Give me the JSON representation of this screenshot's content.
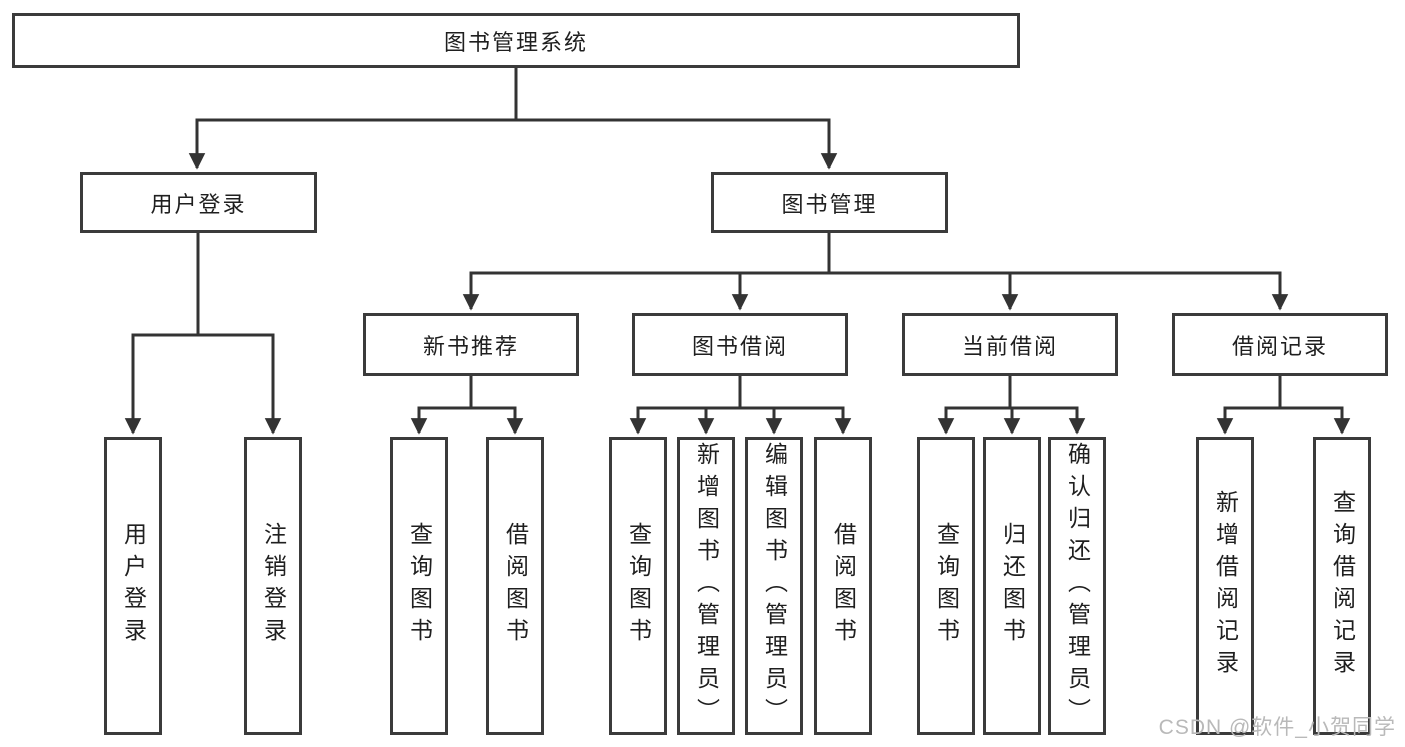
{
  "diagram": {
    "root": "图书管理系统",
    "branches": [
      {
        "label": "用户登录",
        "children": [
          {
            "label": "用户登录"
          },
          {
            "label": "注销登录"
          }
        ]
      },
      {
        "label": "图书管理",
        "children": [
          {
            "label": "新书推荐",
            "children": [
              {
                "label": "查询图书"
              },
              {
                "label": "借阅图书"
              }
            ]
          },
          {
            "label": "图书借阅",
            "children": [
              {
                "label": "查询图书"
              },
              {
                "label": "新增图书（管理员）"
              },
              {
                "label": "编辑图书（管理员）"
              },
              {
                "label": "借阅图书"
              }
            ]
          },
          {
            "label": "当前借阅",
            "children": [
              {
                "label": "查询图书"
              },
              {
                "label": "归还图书"
              },
              {
                "label": "确认归还（管理员）"
              }
            ]
          },
          {
            "label": "借阅记录",
            "children": [
              {
                "label": "新增借阅记录"
              },
              {
                "label": "查询借阅记录"
              }
            ]
          }
        ]
      }
    ]
  },
  "watermark": {
    "text": "CSDN @软件_小贺同学"
  },
  "colors": {
    "line": "#333333",
    "box_border": "#3b3b3b",
    "text": "#1f1f1f",
    "watermark": "#b9b9b9",
    "background": "#ffffff"
  }
}
